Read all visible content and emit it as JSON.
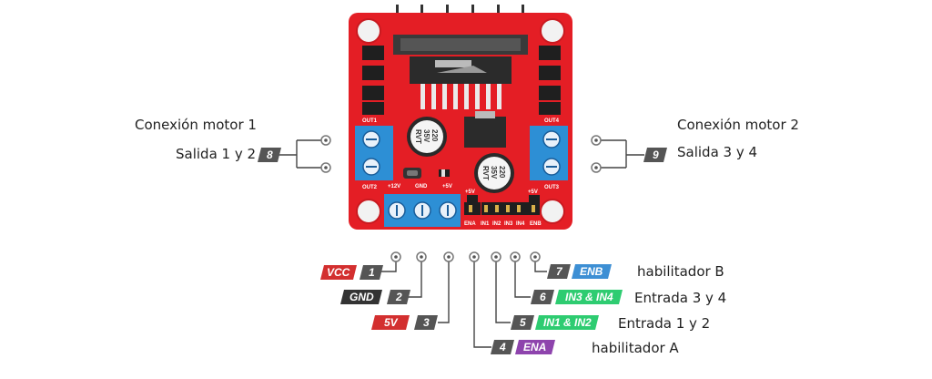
{
  "board": {
    "out1": "OUT1",
    "out2": "OUT2",
    "out3": "OUT3",
    "out4": "OUT4",
    "v12": "+12V",
    "gnd": "GND",
    "v5": "+5V",
    "v5_left": "+5V",
    "v5_right": "+5V",
    "pins": [
      "ENA",
      "IN1",
      "IN2",
      "IN3",
      "IN4",
      "ENB"
    ],
    "cap_top": [
      "220",
      "35V",
      "RVT"
    ],
    "cap_bottom": [
      "220",
      "35V",
      "RVT"
    ]
  },
  "labels": {
    "motor1_title": "Conexión motor 1",
    "motor1_sub": "Salida 1 y 2",
    "motor2_title": "Conexión motor 2",
    "motor2_sub": "Salida 3 y 4",
    "hab_b": "habilitador B",
    "entrada34": "Entrada 3 y 4",
    "entrada12": "Entrada 1 y 2",
    "hab_a": "habilitador A"
  },
  "tags": {
    "vcc": "VCC",
    "gnd": "GND",
    "v5": "5V",
    "ena": "ENA",
    "in12": "IN1 & IN2",
    "in34": "IN3 & IN4",
    "enb": "ENB"
  },
  "numbers": {
    "n1": "1",
    "n2": "2",
    "n3": "3",
    "n4": "4",
    "n5": "5",
    "n6": "6",
    "n7": "7",
    "n8": "8",
    "n9": "9"
  },
  "colors": {
    "board": "#e41e25",
    "terminal": "#2d8fd5",
    "vcc": "#d32f2f",
    "gnd": "#333333",
    "v5": "#d32f2f",
    "ena": "#8e44ad",
    "in": "#2ecc71",
    "enb": "#3d8fd4",
    "number": "#555555"
  }
}
